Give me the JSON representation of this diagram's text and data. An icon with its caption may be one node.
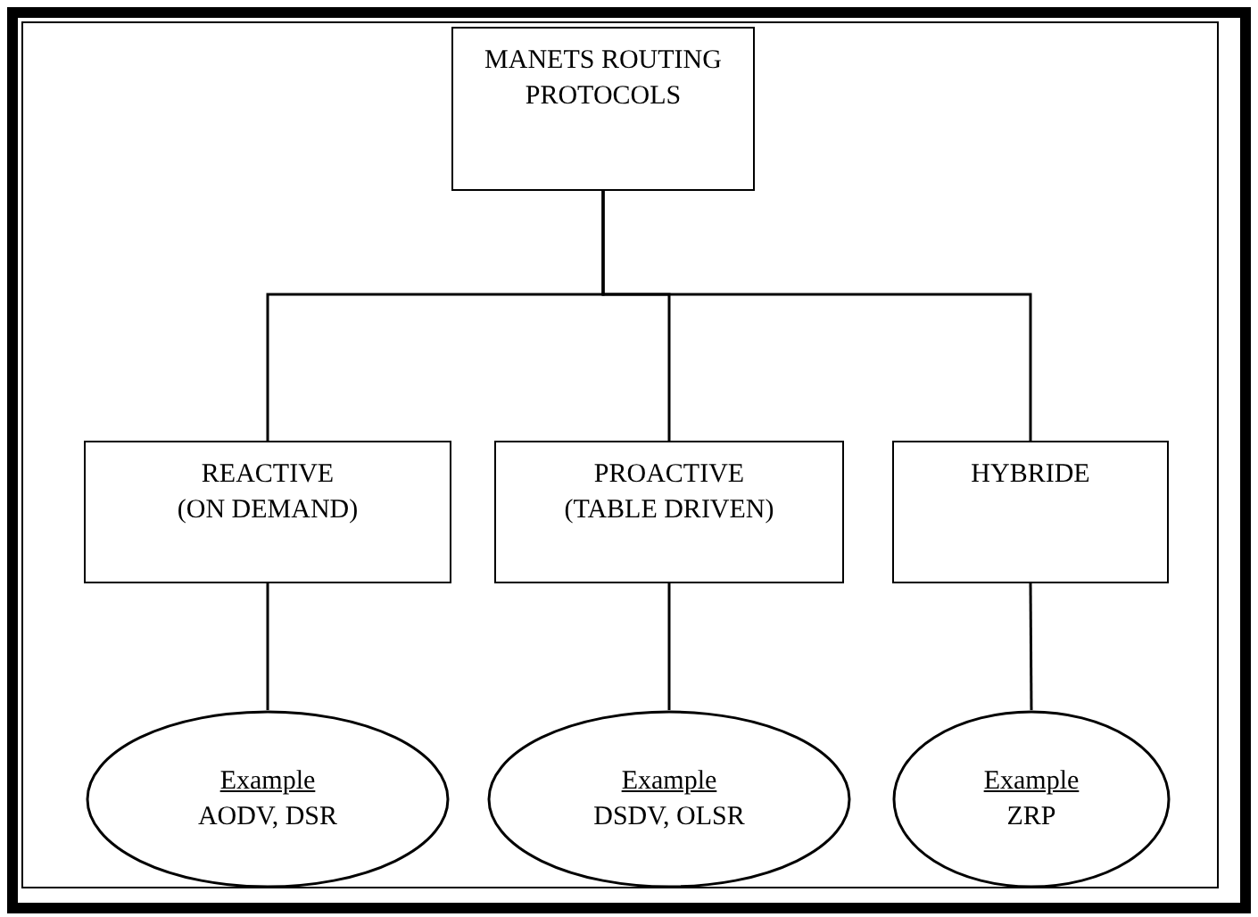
{
  "diagram": {
    "nodes": [
      {
        "text": [
          "MANETS ROUTING PROTOCOLS"
        ]
      },
      {
        "text": [
          "REACTIVE",
          "(ON DEMAND)"
        ]
      },
      {
        "text": [
          "PROACTIVE",
          "(TABLE DRIVEN)"
        ]
      },
      {
        "text": [
          "HYBRIDE"
        ]
      },
      {
        "text": [
          "Example",
          "AODV, DSR"
        ]
      },
      {
        "text": [
          "Example",
          "DSDV, OLSR"
        ]
      },
      {
        "text": [
          "Example",
          "ZRP"
        ]
      }
    ],
    "edges": [
      {
        "from": 0,
        "to": 1,
        "arrow": "none"
      },
      {
        "from": 0,
        "to": 2,
        "arrow": "none"
      },
      {
        "from": 0,
        "to": 3,
        "arrow": "none"
      },
      {
        "from": 1,
        "to": 4,
        "arrow": "none"
      },
      {
        "from": 2,
        "to": 5,
        "arrow": "none"
      },
      {
        "from": 3,
        "to": 6,
        "arrow": "none"
      }
    ]
  }
}
